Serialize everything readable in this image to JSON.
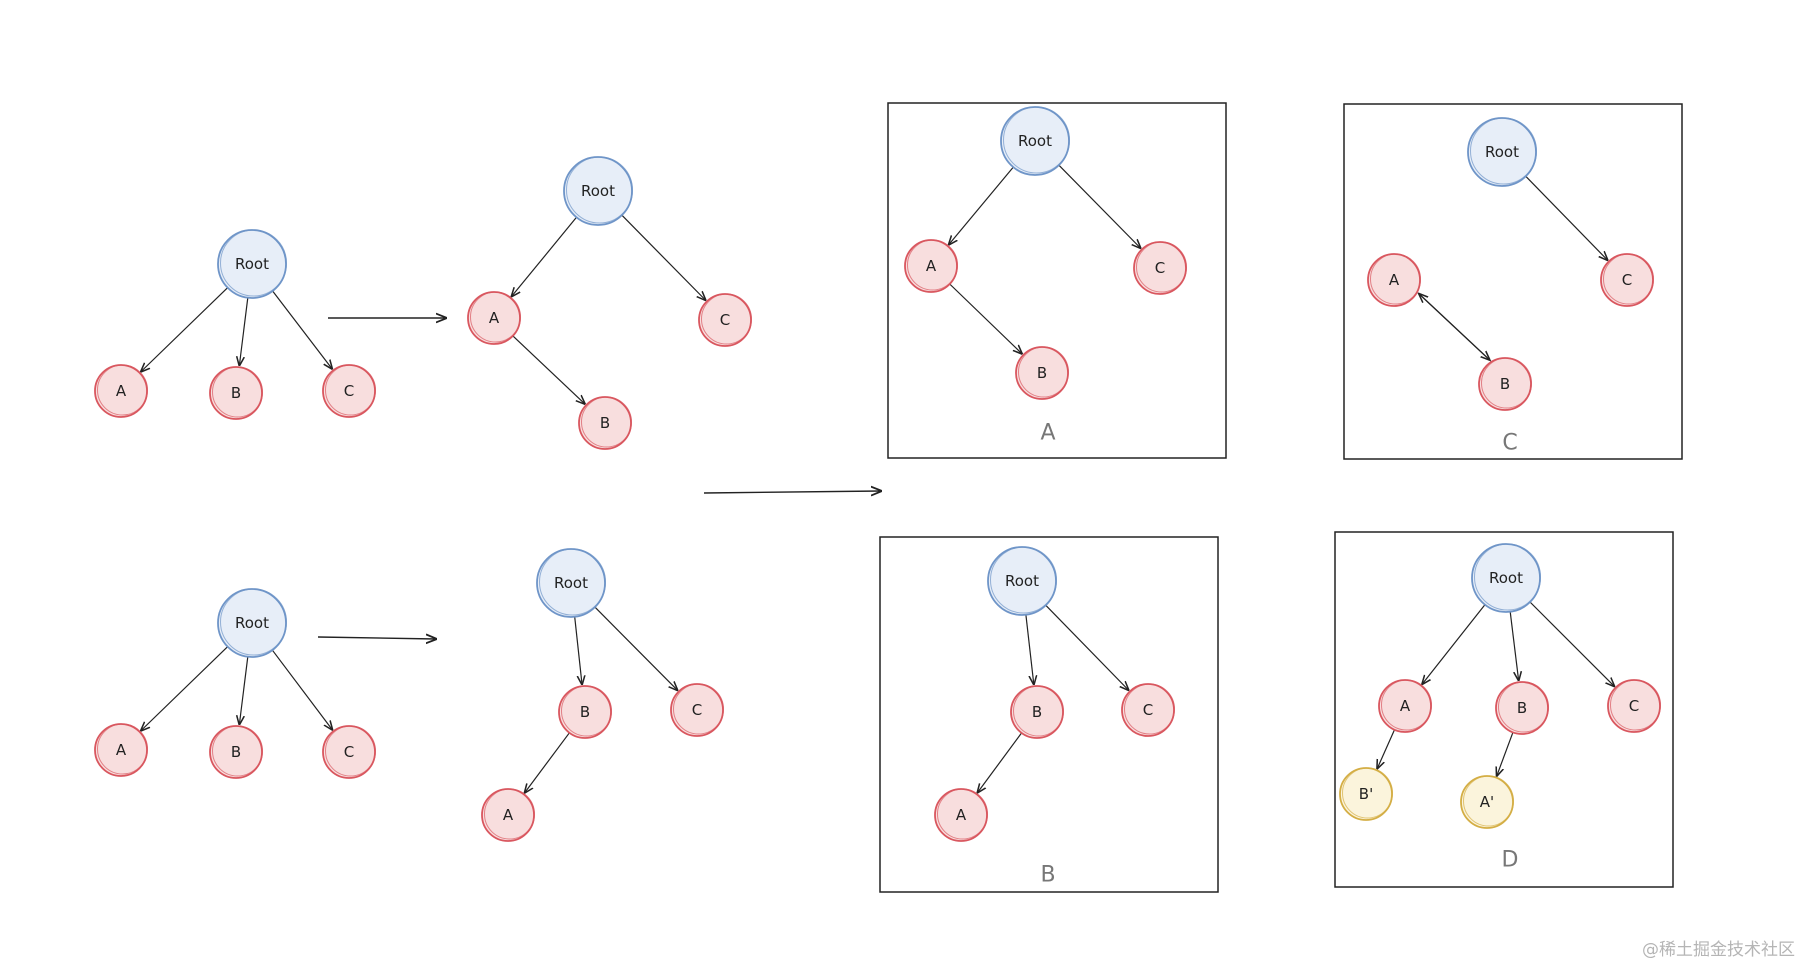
{
  "colors": {
    "root_stroke": "#6f95c8",
    "root_fill": "#e7eef8",
    "node_stroke": "#d9575f",
    "node_fill": "#f8dede",
    "clone_stroke": "#d4ae45",
    "clone_fill": "#fbf4dc",
    "ink": "#222222"
  },
  "diagrams": [
    {
      "id": "top-initial",
      "nodes": [
        {
          "id": "root",
          "label": "Root",
          "kind": "root"
        },
        {
          "id": "a",
          "label": "A",
          "kind": "node"
        },
        {
          "id": "b",
          "label": "B",
          "kind": "node"
        },
        {
          "id": "c",
          "label": "C",
          "kind": "node"
        }
      ],
      "edges": [
        [
          "root",
          "a"
        ],
        [
          "root",
          "b"
        ],
        [
          "root",
          "c"
        ]
      ]
    },
    {
      "id": "top-moved",
      "nodes": [
        {
          "id": "root",
          "label": "Root",
          "kind": "root"
        },
        {
          "id": "a",
          "label": "A",
          "kind": "node"
        },
        {
          "id": "b",
          "label": "B",
          "kind": "node"
        },
        {
          "id": "c",
          "label": "C",
          "kind": "node"
        }
      ],
      "edges": [
        [
          "root",
          "a"
        ],
        [
          "root",
          "c"
        ],
        [
          "a",
          "b"
        ]
      ]
    },
    {
      "id": "bottom-initial",
      "nodes": [
        {
          "id": "root",
          "label": "Root",
          "kind": "root"
        },
        {
          "id": "a",
          "label": "A",
          "kind": "node"
        },
        {
          "id": "b",
          "label": "B",
          "kind": "node"
        },
        {
          "id": "c",
          "label": "C",
          "kind": "node"
        }
      ],
      "edges": [
        [
          "root",
          "a"
        ],
        [
          "root",
          "b"
        ],
        [
          "root",
          "c"
        ]
      ]
    },
    {
      "id": "bottom-moved",
      "nodes": [
        {
          "id": "root",
          "label": "Root",
          "kind": "root"
        },
        {
          "id": "b",
          "label": "B",
          "kind": "node"
        },
        {
          "id": "c",
          "label": "C",
          "kind": "node"
        },
        {
          "id": "a",
          "label": "A",
          "kind": "node"
        }
      ],
      "edges": [
        [
          "root",
          "b"
        ],
        [
          "root",
          "c"
        ],
        [
          "b",
          "a"
        ]
      ]
    },
    {
      "id": "option-a",
      "caption": "A",
      "nodes": [
        {
          "id": "root",
          "label": "Root",
          "kind": "root"
        },
        {
          "id": "a",
          "label": "A",
          "kind": "node"
        },
        {
          "id": "c",
          "label": "C",
          "kind": "node"
        },
        {
          "id": "b",
          "label": "B",
          "kind": "node"
        }
      ],
      "edges": [
        [
          "root",
          "a"
        ],
        [
          "root",
          "c"
        ],
        [
          "a",
          "b"
        ]
      ]
    },
    {
      "id": "option-c",
      "caption": "C",
      "nodes": [
        {
          "id": "root",
          "label": "Root",
          "kind": "root"
        },
        {
          "id": "a",
          "label": "A",
          "kind": "node"
        },
        {
          "id": "c",
          "label": "C",
          "kind": "node"
        },
        {
          "id": "b",
          "label": "B",
          "kind": "node"
        }
      ],
      "edges": [
        [
          "root",
          "c"
        ],
        [
          "a",
          "b"
        ],
        [
          "b",
          "a"
        ]
      ]
    },
    {
      "id": "option-b",
      "caption": "B",
      "nodes": [
        {
          "id": "root",
          "label": "Root",
          "kind": "root"
        },
        {
          "id": "b",
          "label": "B",
          "kind": "node"
        },
        {
          "id": "c",
          "label": "C",
          "kind": "node"
        },
        {
          "id": "a",
          "label": "A",
          "kind": "node"
        }
      ],
      "edges": [
        [
          "root",
          "b"
        ],
        [
          "root",
          "c"
        ],
        [
          "b",
          "a"
        ]
      ]
    },
    {
      "id": "option-d",
      "caption": "D",
      "nodes": [
        {
          "id": "root",
          "label": "Root",
          "kind": "root"
        },
        {
          "id": "a",
          "label": "A",
          "kind": "node"
        },
        {
          "id": "b",
          "label": "B",
          "kind": "node"
        },
        {
          "id": "c",
          "label": "C",
          "kind": "node"
        },
        {
          "id": "b2",
          "label": "B'",
          "kind": "clone"
        },
        {
          "id": "a2",
          "label": "A'",
          "kind": "clone"
        }
      ],
      "edges": [
        [
          "root",
          "a"
        ],
        [
          "root",
          "b"
        ],
        [
          "root",
          "c"
        ],
        [
          "a",
          "b2"
        ],
        [
          "b",
          "a2"
        ]
      ]
    }
  ],
  "watermark": "@稀土掘金技术社区"
}
